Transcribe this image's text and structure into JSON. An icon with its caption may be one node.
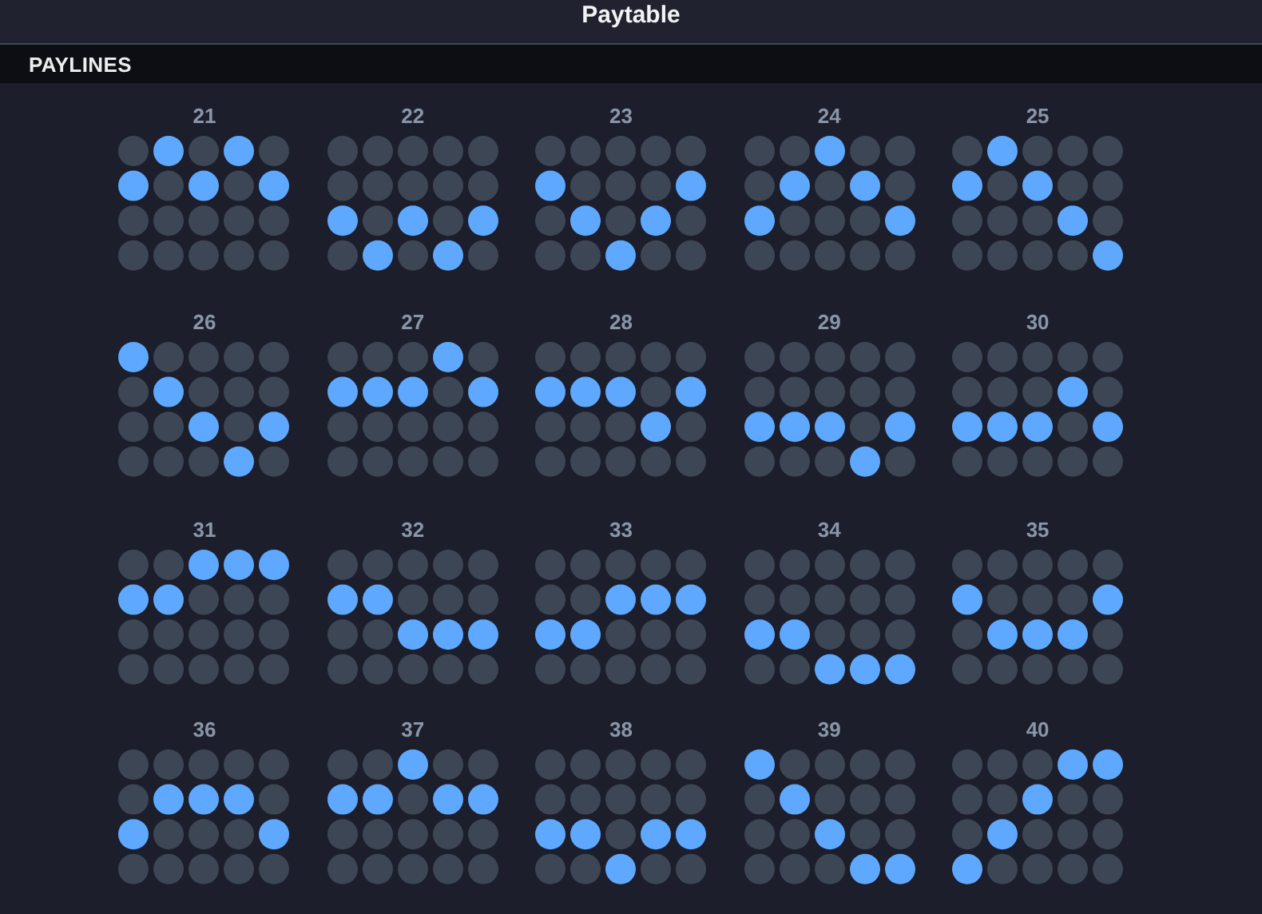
{
  "diagram": {
    "title": "Paytable",
    "nodes": [
      {
        "text": [
          "PAYLINES"
        ]
      }
    ],
    "labels": [
      "21",
      "22",
      "23",
      "24",
      "25",
      "26",
      "27",
      "28",
      "29",
      "30",
      "31",
      "32",
      "33",
      "34",
      "35",
      "36",
      "37",
      "38",
      "39",
      "40"
    ]
  }
}
